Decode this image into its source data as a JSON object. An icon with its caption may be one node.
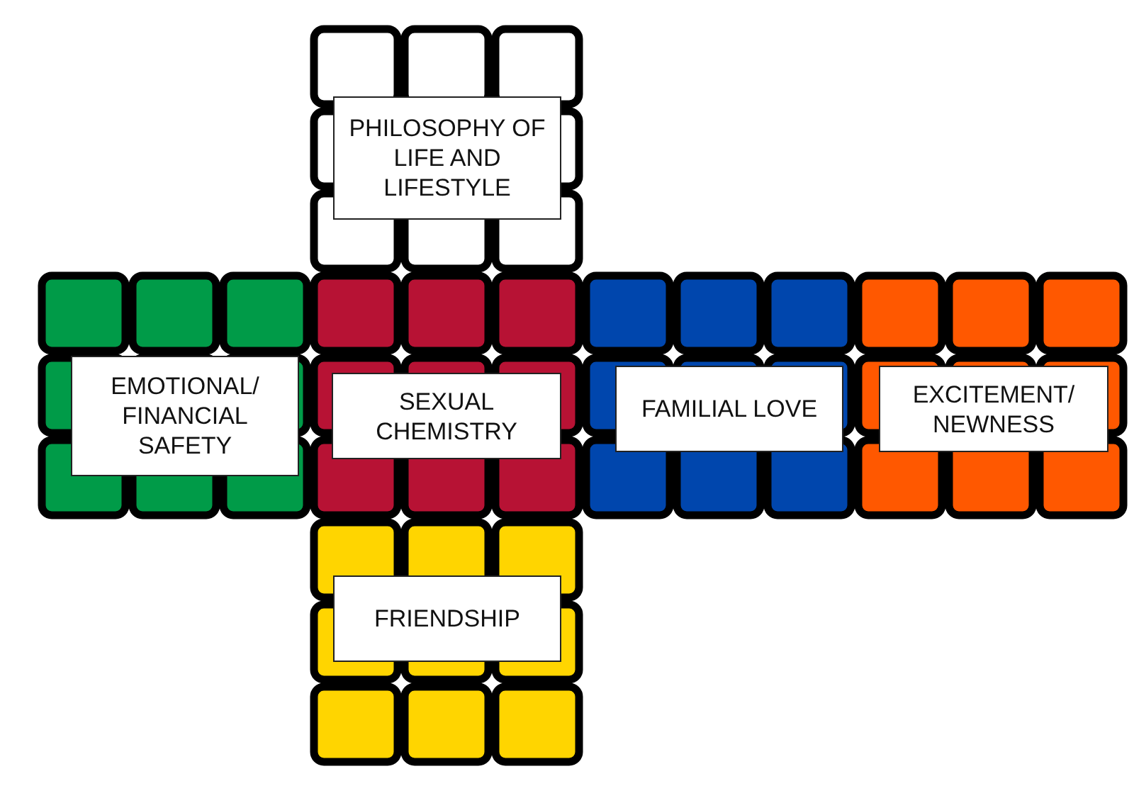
{
  "diagram": {
    "nodes": [
      {
        "text": [
          "PHILOSOPHY OF LIFE AND LIFESTYLE"
        ]
      },
      {
        "text": [
          "EMOTIONAL/ FINANCIAL SAFETY"
        ]
      },
      {
        "text": [
          "SEXUAL CHEMISTRY"
        ]
      },
      {
        "text": [
          "FAMILIAL LOVE"
        ]
      },
      {
        "text": [
          "EXCITEMENT/ NEWNESS"
        ]
      },
      {
        "text": [
          "FRIENDSHIP"
        ]
      }
    ]
  }
}
